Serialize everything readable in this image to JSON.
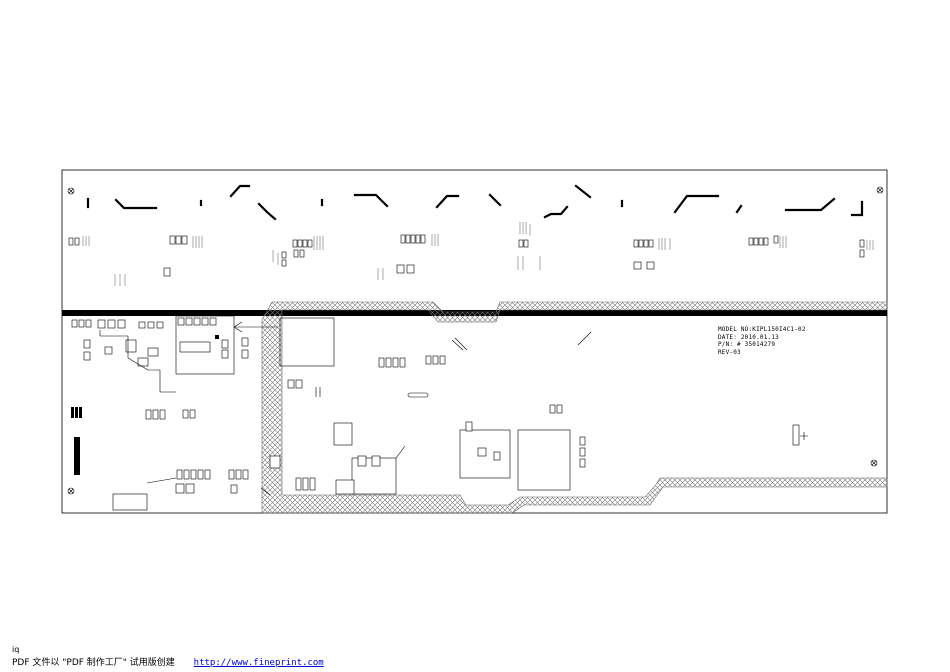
{
  "board": {
    "model_line": "MODEL NO:KIPL150I4C1-02",
    "date_line": "DATE: 2010.01.13",
    "pn_line": "P/N: # 35014279",
    "rev_line": "REV-03"
  },
  "footer": {
    "corner_mark": "iq",
    "watermark_text": "PDF 文件以 \"PDF 制作工厂\" 试用版创建",
    "watermark_url": "http://www.fineprint.com"
  }
}
